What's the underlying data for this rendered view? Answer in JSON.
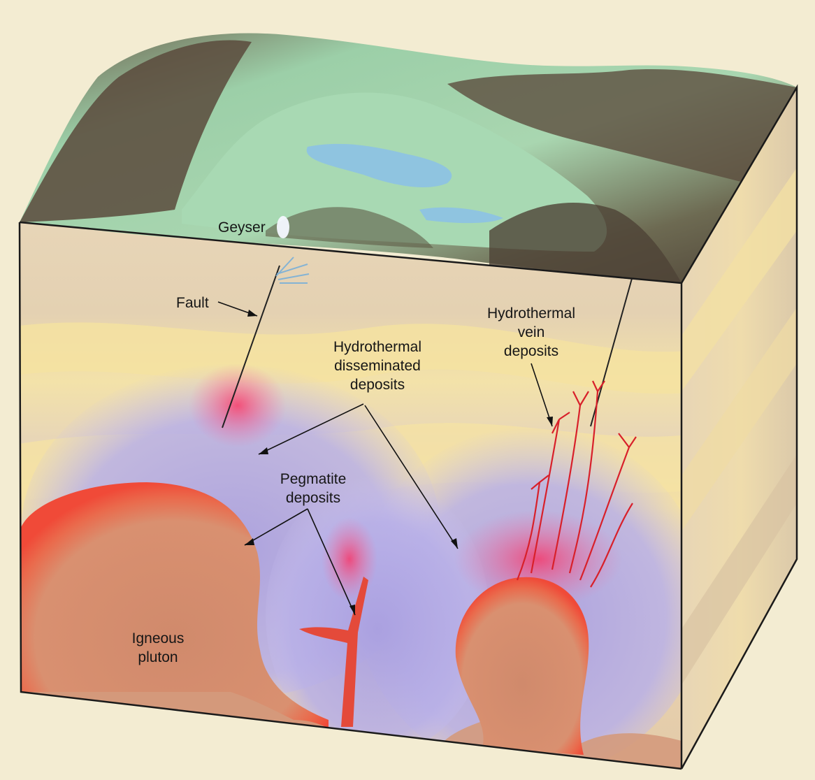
{
  "labels": {
    "geyser": "Geyser",
    "fault": "Fault",
    "hydrothermal_vein_line1": "Hydrothermal",
    "hydrothermal_vein_line2": "vein",
    "hydrothermal_vein_line3": "deposits",
    "hydrothermal_dissem_line1": "Hydrothermal",
    "hydrothermal_dissem_line2": "disseminated",
    "hydrothermal_dissem_line3": "deposits",
    "pegmatite_line1": "Pegmatite",
    "pegmatite_line2": "deposits",
    "igneous_line1": "Igneous",
    "igneous_line2": "pluton"
  },
  "colors": {
    "background": "#f3ecd2",
    "terrain_lowland": "#9ccfa8",
    "terrain_mountain": "#5a4a3c",
    "water": "#8fc4e0",
    "rock_layer_tan": "#e6d3b4",
    "rock_layer_yellow": "#f5e3a8",
    "alteration_halo": "#b9b2e6",
    "pluton": "#d99070",
    "pluton_rim": "#ef4a3a",
    "vein": "#d8202a"
  }
}
